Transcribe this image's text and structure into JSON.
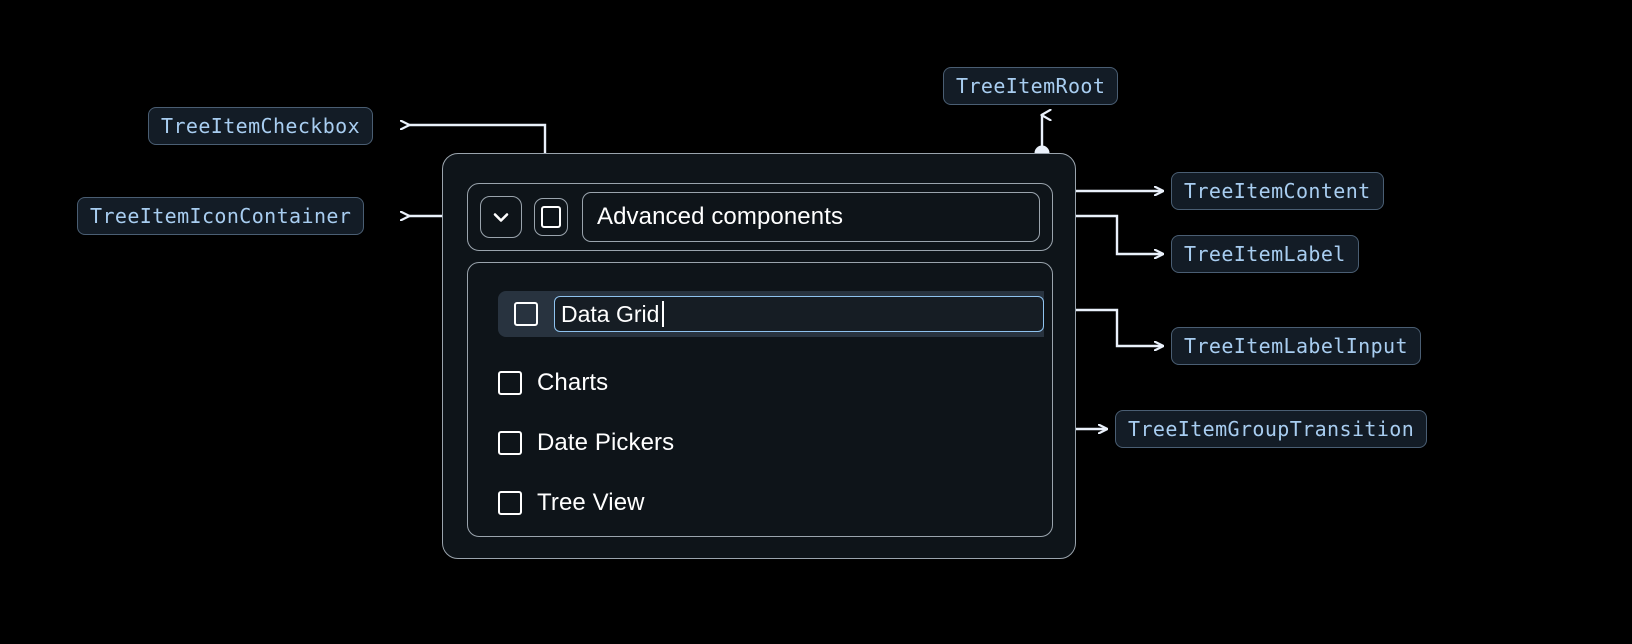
{
  "theme": {
    "page_bg": "#000000",
    "chip_bg": "#131c26",
    "chip_border": "#4a5e73",
    "chip_text": "#a8cdf0",
    "panel_bg": "#0e1419",
    "panel_border": "#9aa4ad",
    "connector": "#eaf1fb",
    "row_highlight": "#28333f",
    "input_border": "#8fc3ef",
    "text": "#ffffff"
  },
  "annotations": [
    {
      "id": "tree-item-checkbox",
      "label": "TreeItemCheckbox"
    },
    {
      "id": "tree-item-icon-container",
      "label": "TreeItemIconContainer"
    },
    {
      "id": "tree-item-root",
      "label": "TreeItemRoot"
    },
    {
      "id": "tree-item-content",
      "label": "TreeItemContent"
    },
    {
      "id": "tree-item-label",
      "label": "TreeItemLabel"
    },
    {
      "id": "tree-item-label-input",
      "label": "TreeItemLabelInput"
    },
    {
      "id": "tree-item-group-transition",
      "label": "TreeItemGroupTransition"
    }
  ],
  "tree": {
    "root_label": "Advanced components",
    "expanded": true,
    "icon": "chevron-down-icon",
    "root_checkbox_checked": false,
    "editing_item": {
      "label": "Data Grid",
      "value": "Data Grid",
      "placeholder": "",
      "checked": false,
      "caret_visible": true
    },
    "items": [
      {
        "label": "Charts",
        "checked": false
      },
      {
        "label": "Date Pickers",
        "checked": false
      },
      {
        "label": "Tree View",
        "checked": false
      }
    ]
  }
}
